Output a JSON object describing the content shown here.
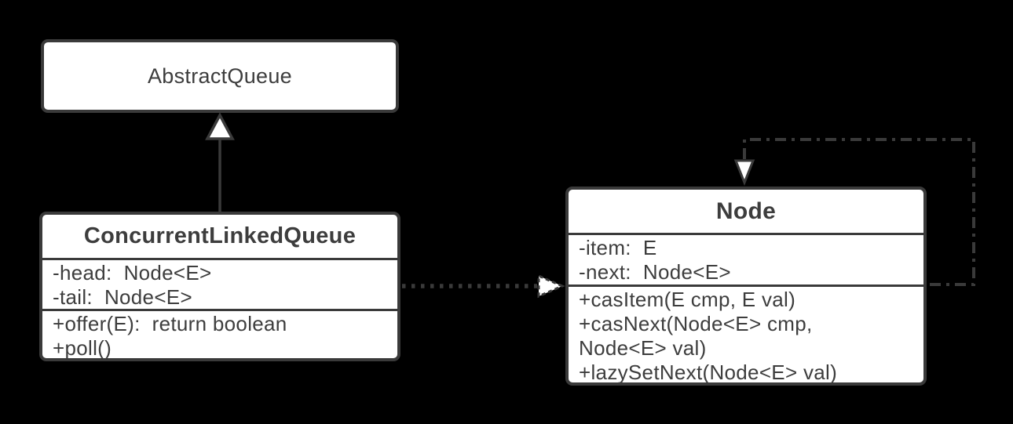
{
  "colors": {
    "background": "#000000",
    "box_fill": "#ffffff",
    "stroke": "#3a3a3a",
    "text": "#3d3d3d"
  },
  "diagram": {
    "type": "uml-class-diagram",
    "classes": [
      {
        "name": "AbstractQueue",
        "title": "AbstractQueue",
        "fields": [],
        "methods": []
      },
      {
        "name": "ConcurrentLinkedQueue",
        "title": "ConcurrentLinkedQueue",
        "fields": [
          "-head:  Node<E>",
          "-tail:  Node<E>"
        ],
        "methods": [
          "+offer(E):  return boolean",
          "+poll()"
        ]
      },
      {
        "name": "Node",
        "title": "Node",
        "fields": [
          "-item:  E",
          "-next:  Node<E>"
        ],
        "methods": [
          "+casItem(E cmp, E val)",
          "+casNext(Node<E> cmp,",
          "Node<E> val)",
          "+lazySetNext(Node<E> val)"
        ]
      }
    ],
    "relations": [
      {
        "kind": "inheritance",
        "from": "ConcurrentLinkedQueue",
        "to": "AbstractQueue",
        "line": "solid",
        "arrowhead": "hollow-triangle-up"
      },
      {
        "kind": "association",
        "from": "ConcurrentLinkedQueue",
        "to": "Node",
        "line": "dotted",
        "arrowhead": "hollow-triangle-right"
      },
      {
        "kind": "self-reference",
        "from": "Node",
        "to": "Node",
        "line": "dash-dot",
        "arrowhead": "hollow-triangle-down"
      }
    ]
  }
}
